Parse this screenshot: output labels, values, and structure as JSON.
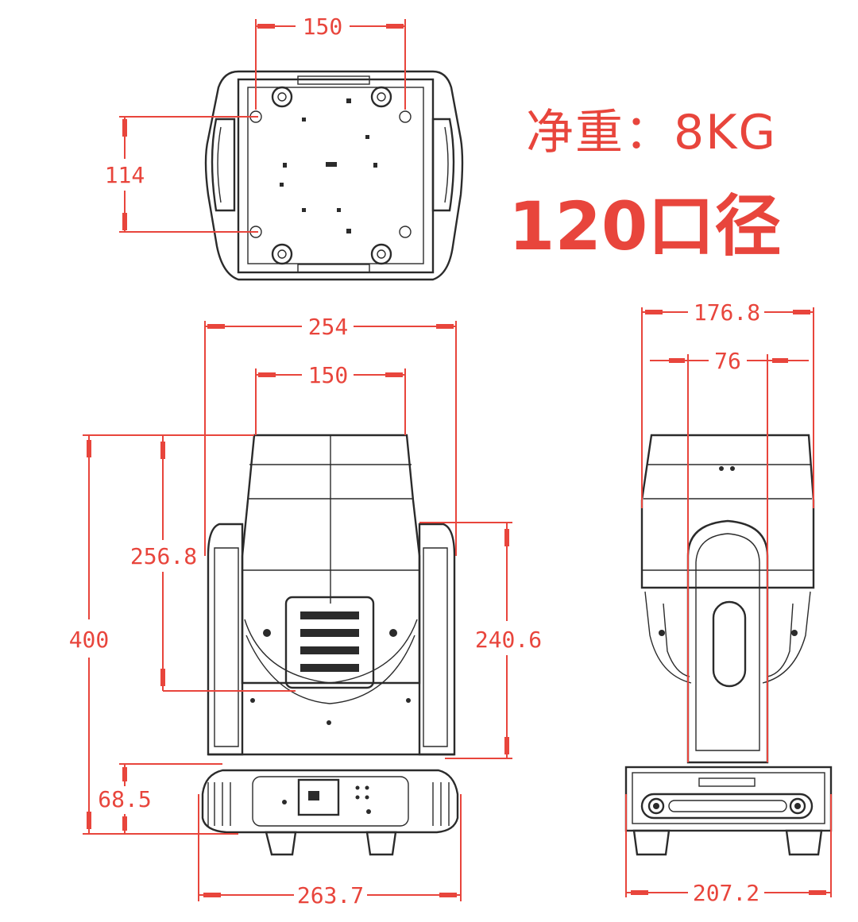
{
  "notes": {
    "weight": "净重：8KG",
    "aperture": "120口径"
  },
  "dimensions": {
    "top_width": "150",
    "top_height": "114",
    "front_width": "254",
    "front_inner_width": "150",
    "front_head_height": "256.8",
    "front_total_height": "400",
    "front_arm_height": "240.6",
    "base_height": "68.5",
    "base_width": "263.7",
    "side_width": "176.8",
    "side_arm_width": "76",
    "side_base_width": "207.2"
  },
  "colors": {
    "dimension": "#e8453c",
    "outline": "#2b2b2b"
  }
}
